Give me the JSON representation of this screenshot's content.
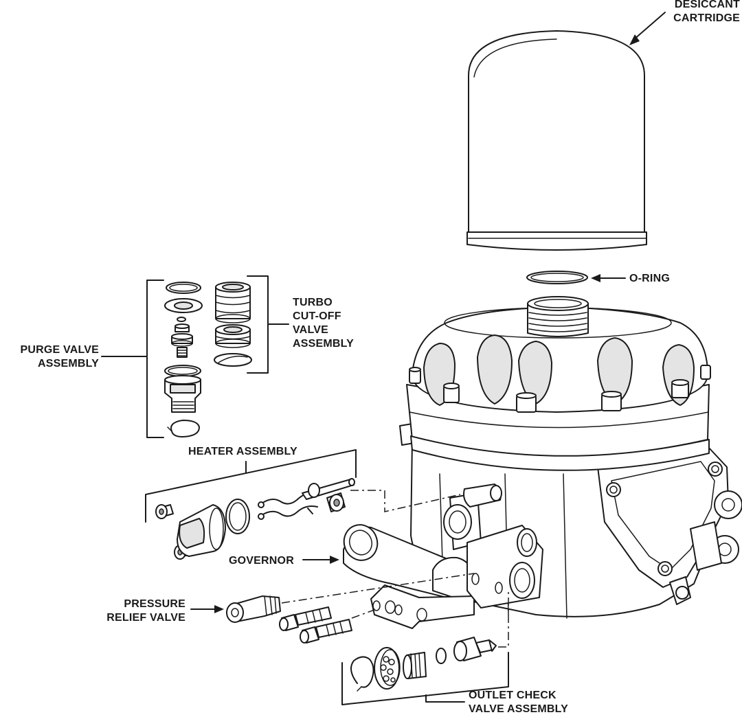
{
  "labels": {
    "desiccant_cartridge": [
      "DESICCANT",
      "CARTRIDGE"
    ],
    "o_ring": "O-RING",
    "turbo_cutoff_valve": [
      "TURBO",
      "CUT-OFF",
      "VALVE",
      "ASSEMBLY"
    ],
    "purge_valve": [
      "PURGE VALVE",
      "ASSEMBLY"
    ],
    "heater_assembly": "HEATER ASSEMBLY",
    "governor": "GOVERNOR",
    "pressure_relief_valve": [
      "PRESSURE",
      "RELIEF VALVE"
    ],
    "outlet_check_valve": [
      "OUTLET CHECK",
      "VALVE ASSEMBLY"
    ]
  },
  "colors": {
    "line": "#1a1a1a",
    "fill": "#ffffff",
    "shade": "#e4e4e4"
  }
}
